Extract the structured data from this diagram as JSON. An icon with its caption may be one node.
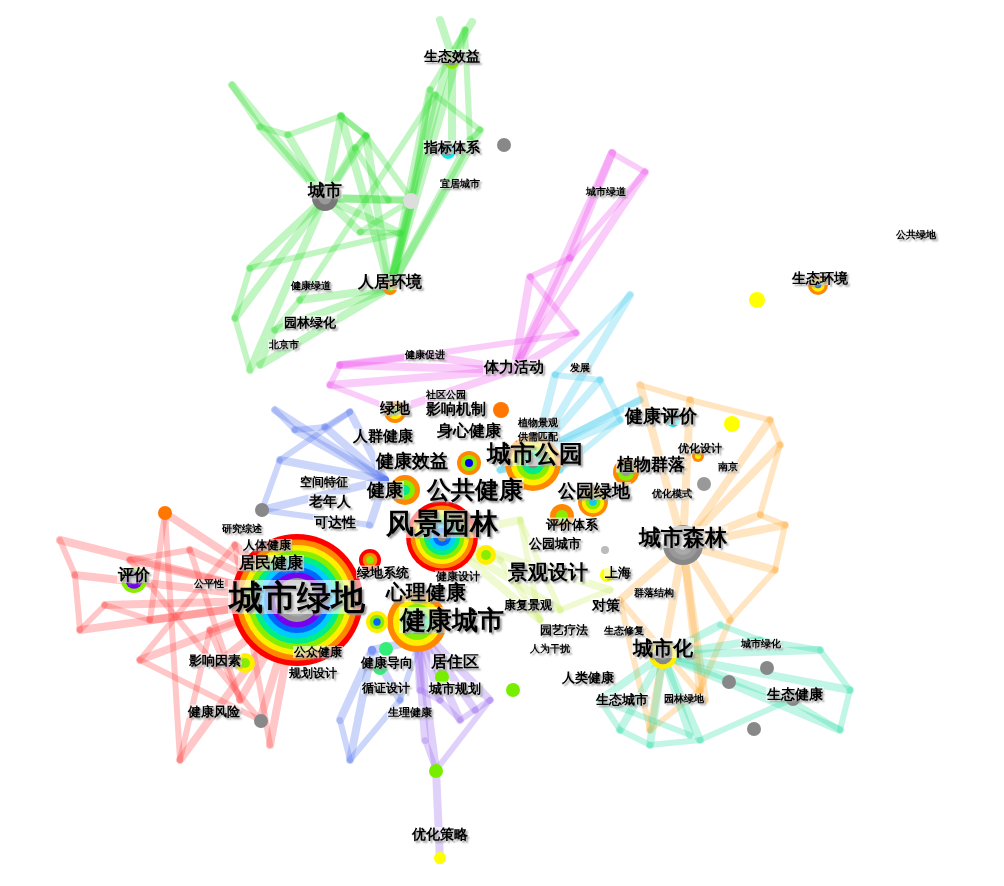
{
  "diagram": {
    "labels": [
      "生态效益",
      "指标体系",
      "城市",
      "宜居城市",
      "城市绿道",
      "公共绿地",
      "健康绿道",
      "人居环境",
      "生态环境",
      "园林绿化",
      "北京市",
      "健康促进",
      "体力活动",
      "发展",
      "社区公园",
      "绿地",
      "影响机制",
      "植物景观",
      "健康评价",
      "人群健康",
      "身心健康",
      "供需匹配",
      "优化设计",
      "健康效益",
      "城市公园",
      "植物群落",
      "南京",
      "空间特征",
      "健康",
      "公共健康",
      "公园绿地",
      "优化模式",
      "老年人",
      "研究综述",
      "可达性",
      "风景园林",
      "评价体系",
      "城市森林",
      "人体健康",
      "公园城市",
      "居民健康",
      "绿地系统",
      "健康设计",
      "景观设计",
      "上海",
      "评价",
      "公平性",
      "城市绿地",
      "心理健康",
      "群落结构",
      "康复景观",
      "对策",
      "健康城市",
      "园艺疗法",
      "生态修复",
      "人为干扰",
      "城市化",
      "城市绿化",
      "影响因素",
      "公众健康",
      "健康导向",
      "居住区",
      "规划设计",
      "人类健康",
      "循证设计",
      "城市规划",
      "生态城市",
      "园林绿地",
      "生态健康",
      "健康风险",
      "生理健康",
      "优化策略"
    ]
  }
}
